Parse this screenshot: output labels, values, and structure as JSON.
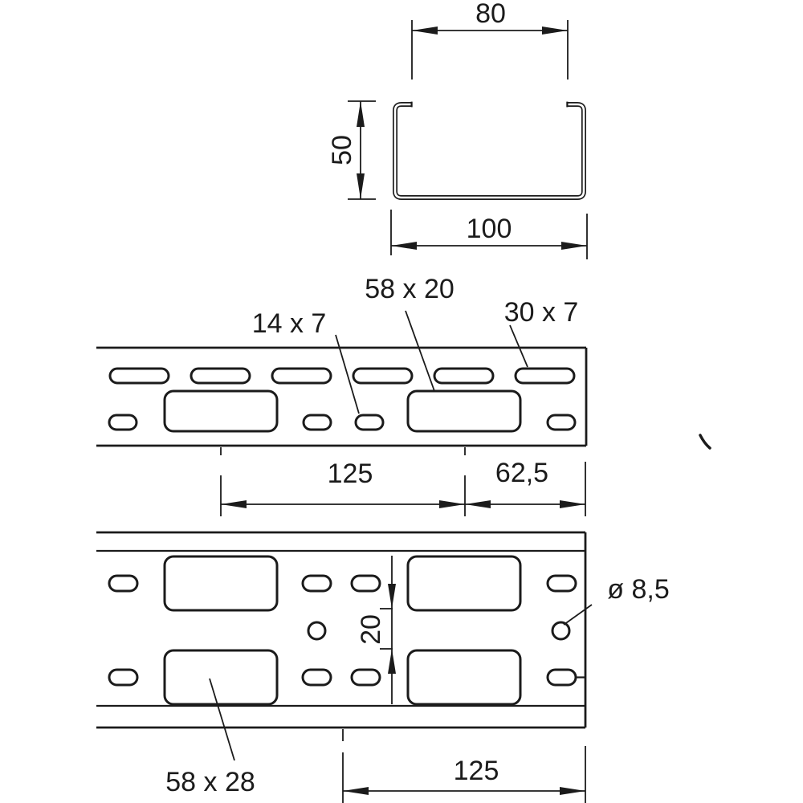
{
  "page": {
    "background": "#ffffff",
    "line_color": "#1b1b1b"
  },
  "cross_section_view": {
    "dim_top_width": "80",
    "dim_height": "50",
    "dim_bottom_width": "100"
  },
  "side_view": {
    "label_small_slot": "14 x 7",
    "label_large_slot": "58 x 20",
    "label_top_slot": "30 x 7",
    "dim_pitch": "125",
    "dim_half_pitch": "62,5"
  },
  "bottom_view": {
    "label_large_slot": "58 x 28",
    "label_hole_diameter": "ø 8,5",
    "dim_row_gap": "20",
    "dim_pitch": "125"
  }
}
